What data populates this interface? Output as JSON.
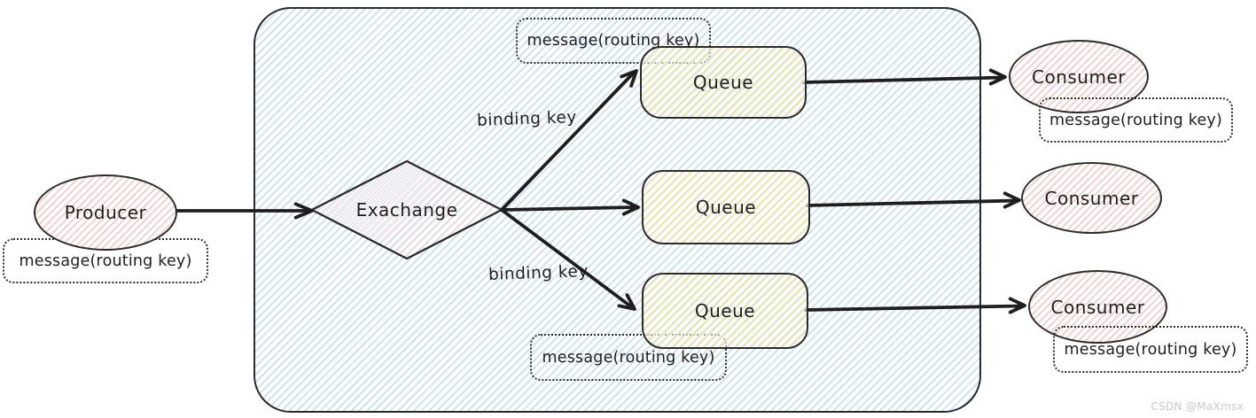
{
  "nodes": {
    "producer": {
      "label": "Producer"
    },
    "exchange": {
      "label": "Exachange"
    },
    "queues": [
      {
        "label": "Queue"
      },
      {
        "label": "Queue"
      },
      {
        "label": "Queue"
      }
    ],
    "consumers": [
      {
        "label": "Consumer"
      },
      {
        "label": "Consumer"
      },
      {
        "label": "Consumer"
      }
    ]
  },
  "edge_labels": {
    "binding_key_top": "binding key",
    "binding_key_bottom": "binding key"
  },
  "message_labels": {
    "producer": "message(routing key)",
    "queue_top": "message(routing key)",
    "consumer_top": "message(routing key)",
    "queue_bottom": "message(routing key)",
    "consumer_bottom": "message(routing key)"
  },
  "watermark": {
    "text": "CSDN @MaXmsx"
  },
  "colors": {
    "container_hatch": "#c7def2",
    "pink_hatch": "#f5cbc8",
    "diamond_hatch": "#eac3cf",
    "yellow_hatch": "#e9e2a4",
    "stroke": "#2b2b2b",
    "arrow": "#1e1e1e",
    "watermark": "#c9c9c9"
  }
}
